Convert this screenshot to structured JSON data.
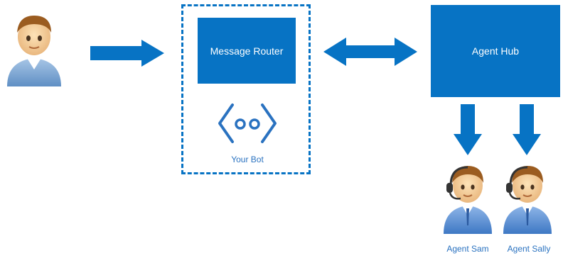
{
  "router": {
    "label": "Message Router"
  },
  "bot": {
    "label": "Your Bot"
  },
  "hub": {
    "label": "Agent Hub"
  },
  "agents": [
    {
      "name": "Agent Sam"
    },
    {
      "name": "Agent Sally"
    }
  ],
  "colors": {
    "primary": "#0773c4",
    "text_blue": "#2a72c0"
  },
  "icons": [
    "user-icon",
    "right-arrow-icon",
    "bot-code-icon",
    "double-arrow-icon",
    "down-arrow-icon",
    "headset-agent-icon"
  ]
}
